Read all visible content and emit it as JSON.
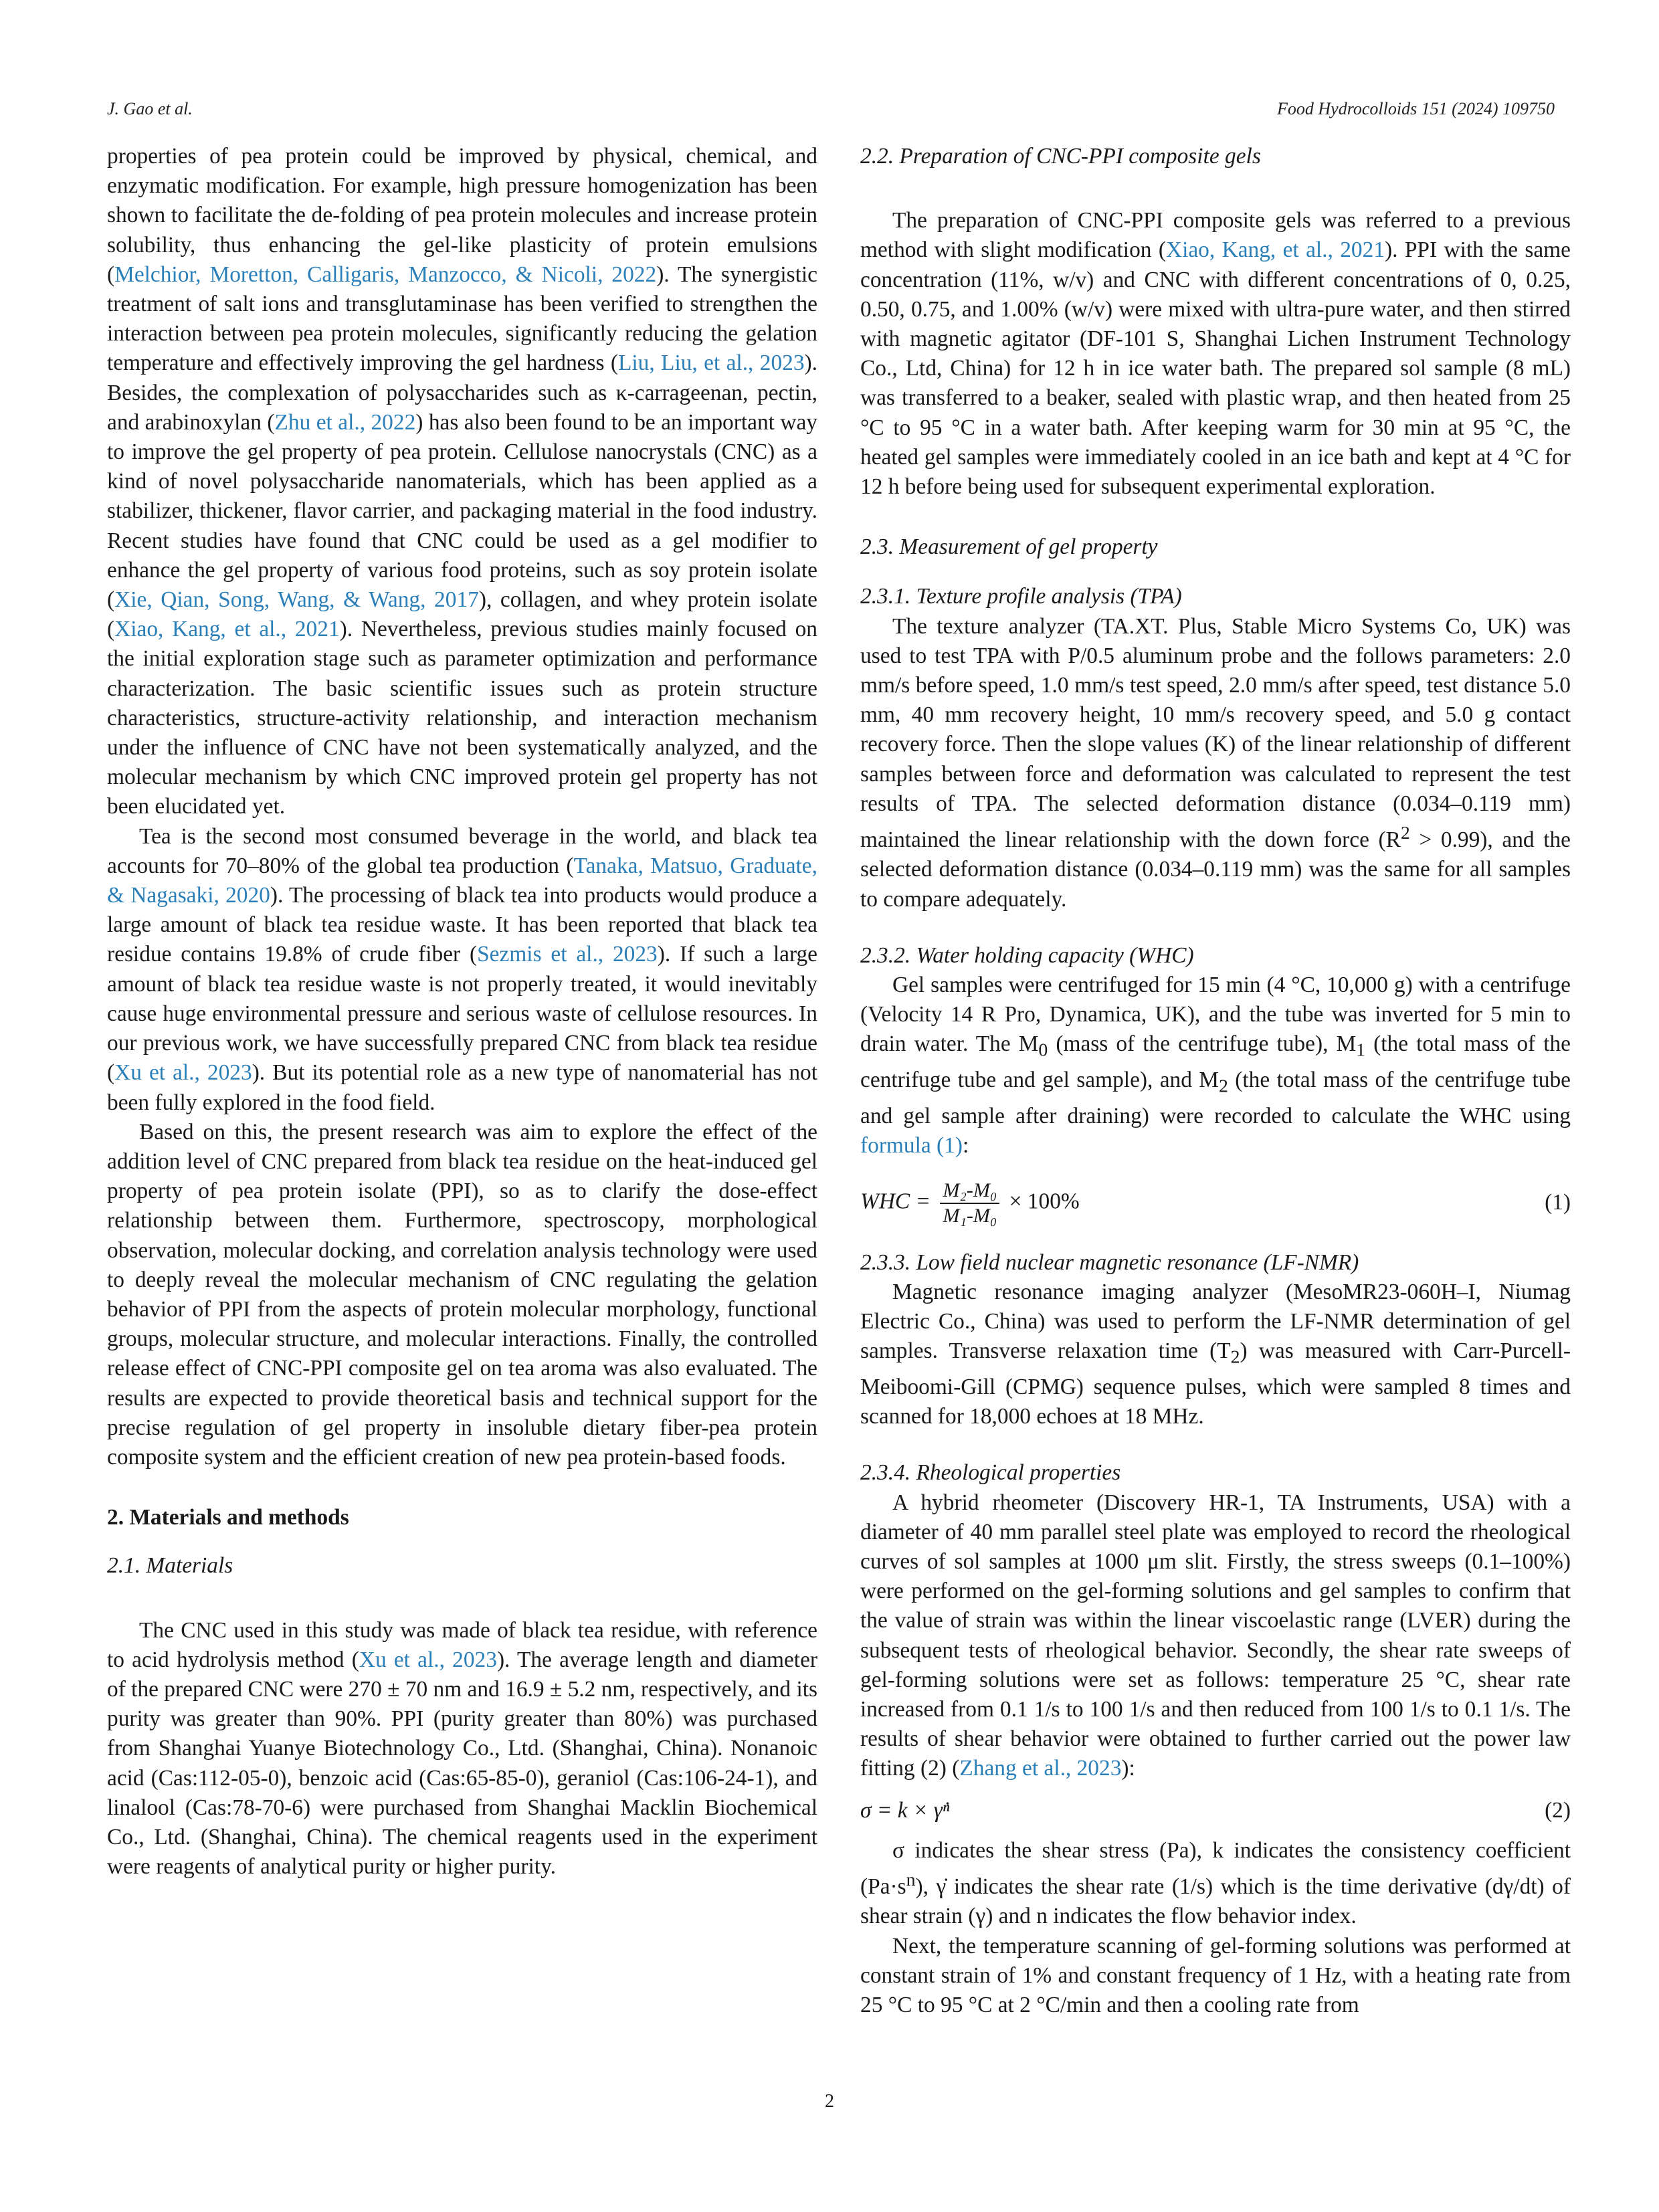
{
  "header": {
    "left": "J. Gao et al.",
    "right": "Food Hydrocolloids 151 (2024) 109750"
  },
  "left_column": {
    "p1": {
      "t1": "properties of pea protein could be improved by physical, chemical, and enzymatic modification. For example, high pressure homogenization has been shown to facilitate the de-folding of pea protein molecules and increase protein solubility, thus enhancing the gel-like plasticity of protein emulsions (",
      "c1": "Melchior, Moretton, Calligaris, Manzocco, & Nicoli, 2022",
      "t2": "). The synergistic treatment of salt ions and transglutaminase has been verified to strengthen the interaction between pea protein molecules, significantly reducing the gelation temperature and effectively improving the gel hardness (",
      "c2": "Liu, Liu, et al., 2023",
      "t3": "). Besides, the complexation of polysaccharides such as κ-carrageenan, pectin, and arabinoxylan (",
      "c3": "Zhu et al., 2022",
      "t4": ") has also been found to be an important way to improve the gel property of pea protein. Cellulose nanocrystals (CNC) as a kind of novel polysaccharide nanomaterials, which has been applied as a stabilizer, thickener, flavor carrier, and packaging material in the food industry. Recent studies have found that CNC could be used as a gel modifier to enhance the gel property of various food proteins, such as soy protein isolate (",
      "c4": "Xie, Qian, Song, Wang, & Wang, 2017",
      "t5": "), collagen, and whey protein isolate (",
      "c5": "Xiao, Kang, et al., 2021",
      "t6": "). Nevertheless, previous studies mainly focused on the initial exploration stage such as parameter optimization and performance characterization. The basic scientific issues such as protein structure characteristics, structure-activity relationship, and interaction mechanism under the influence of CNC have not been systematically analyzed, and the molecular mechanism by which CNC improved protein gel property has not been elucidated yet."
    },
    "p2": {
      "t1": "Tea is the second most consumed beverage in the world, and black tea accounts for 70–80% of the global tea production (",
      "c1": "Tanaka, Matsuo, Graduate, & Nagasaki, 2020",
      "t2": "). The processing of black tea into products would produce a large amount of black tea residue waste. It has been reported that black tea residue contains 19.8% of crude fiber (",
      "c2": "Sezmis et al., 2023",
      "t3": "). If such a large amount of black tea residue waste is not properly treated, it would inevitably cause huge environmental pressure and serious waste of cellulose resources. In our previous work, we have successfully prepared CNC from black tea residue (",
      "c3": "Xu et al., 2023",
      "t4": "). But its potential role as a new type of nanomaterial has not been fully explored in the food field."
    },
    "p3": "Based on this, the present research was aim to explore the effect of the addition level of CNC prepared from black tea residue on the heat-induced gel property of pea protein isolate (PPI), so as to clarify the dose-effect relationship between them. Furthermore, spectroscopy, morphological observation, molecular docking, and correlation analysis technology were used to deeply reveal the molecular mechanism of CNC regulating the gelation behavior of PPI from the aspects of protein molecular morphology, functional groups, molecular structure, and molecular interactions. Finally, the controlled release effect of CNC-PPI composite gel on tea aroma was also evaluated. The results are expected to provide theoretical basis and technical support for the precise regulation of gel property in insoluble dietary fiber-pea protein composite system and the efficient creation of new pea protein-based foods.",
    "section2": "2.  Materials and methods",
    "section21": "2.1.  Materials",
    "p4": {
      "t1": "The CNC used in this study was made of black tea residue, with reference to acid hydrolysis method (",
      "c1": "Xu et al., 2023",
      "t2": "). The average length and diameter of the prepared CNC were 270 ± 70 nm and 16.9 ± 5.2 nm, respectively, and its purity was greater than 90%. PPI (purity greater than 80%) was purchased from Shanghai Yuanye Biotechnology Co., Ltd. (Shanghai, China). Nonanoic acid (Cas:112-05-0), benzoic acid (Cas:65-85-0), geraniol (Cas:106-24-1), and linalool (Cas:78-70-6) were purchased from Shanghai Macklin Biochemical Co., Ltd. (Shanghai, China). The chemical reagents used in the experiment were reagents of analytical purity or higher purity."
    }
  },
  "right_column": {
    "section22": "2.2.  Preparation of CNC-PPI composite gels",
    "p1": {
      "t1": "The preparation of CNC-PPI composite gels was referred to a previous method with slight modification (",
      "c1": "Xiao, Kang, et al., 2021",
      "t2": "). PPI with the same concentration (11%, w/v) and CNC with different concentrations of 0, 0.25, 0.50, 0.75, and 1.00% (w/v) were mixed with ultra-pure water, and then stirred with magnetic agitator (DF-101 S, Shanghai Lichen Instrument Technology Co., Ltd, China) for 12 h in ice water bath. The prepared sol sample (8 mL) was transferred to a beaker, sealed with plastic wrap, and then heated from 25 °C to 95 °C in a water bath. After keeping warm for 30 min at 95 °C, the heated gel samples were immediately cooled in an ice bath and kept at 4 °C for 12 h before being used for subsequent experimental exploration."
    },
    "section23": "2.3.  Measurement of gel property",
    "section231": "2.3.1.  Texture profile analysis (TPA)",
    "p2": {
      "t1": "The texture analyzer (TA.XT. Plus, Stable Micro Systems Co, UK) was used to test TPA with P/0.5 aluminum probe and the follows parameters: 2.0 mm/s before speed, 1.0 mm/s test speed, 2.0 mm/s after speed, test distance 5.0 mm, 40 mm recovery height, 10 mm/s recovery speed, and 5.0 g contact recovery force. Then the slope values (K) of the linear relationship of different samples between force and deformation was calculated to represent the test results of TPA. The selected deformation distance (0.034–0.119 mm) maintained the linear relationship with the down force (R",
      "sup": "2",
      "t2": " > 0.99), and the selected deformation distance (0.034–0.119 mm) was the same for all samples to compare adequately."
    },
    "section232": "2.3.2.  Water holding capacity (WHC)",
    "p3": {
      "t1": "Gel samples were centrifuged for 15 min (4 °C, 10,000 g) with a centrifuge (Velocity 14 R Pro, Dynamica, UK), and the tube was inverted for 5 min to drain water. The M",
      "s0": "0",
      "t2": " (mass of the centrifuge tube), M",
      "s1": "1",
      "t3": " (the total mass of the centrifuge tube and gel sample), and M",
      "s2": "2",
      "t4": " (the total mass of the centrifuge tube and gel sample after draining) were recorded to calculate the WHC using ",
      "link": "formula (1)",
      "t5": ":"
    },
    "eq1": {
      "lhs": "WHC =",
      "num": "M₂-M₀",
      "den": "M₁-M₀",
      "rhs": "× 100%",
      "number": "(1)"
    },
    "section233": "2.3.3.  Low field nuclear magnetic resonance (LF-NMR)",
    "p4": {
      "t1": "Magnetic resonance imaging analyzer (MesoMR23-060H–I, Niumag Electric Co., China) was used to perform the LF-NMR determination of gel samples. Transverse relaxation time (T",
      "sub": "2",
      "t2": ") was measured with Carr-Purcell-Meiboomi-Gill (CPMG) sequence pulses, which were sampled 8 times and scanned for 18,000 echoes at 18 MHz."
    },
    "section234": "2.3.4.  Rheological properties",
    "p5": {
      "t1": "A hybrid rheometer (Discovery HR-1, TA Instruments, USA) with a diameter of 40 mm parallel steel plate was employed to record the rheological curves of sol samples at 1000 μm slit. Firstly, the stress sweeps (0.1–100%) were performed on the gel-forming solutions and gel samples to confirm that the value of strain was within the linear viscoelastic range (LVER) during the subsequent tests of rheological behavior. Secondly, the shear rate sweeps of gel-forming solutions were set as follows: temperature 25 °C, shear rate increased from 0.1 1/s to 100 1/s and then reduced from 100 1/s to 0.1 1/s. The results of shear behavior were obtained to further carried out the power law fitting (2) (",
      "c1": "Zhang et al., 2023",
      "t2": "):"
    },
    "eq2": {
      "text": "σ = k × γ̇ⁿ",
      "number": "(2)"
    },
    "p6": {
      "t1": "σ indicates the shear stress (Pa), k indicates the consistency coefficient (Pa·s",
      "sup": "n",
      "t2": "), γ̇ indicates the shear rate (1/s) which is the time derivative (dγ/dt) of shear strain (γ) and n indicates the flow behavior index."
    },
    "p7": "Next, the temperature scanning of gel-forming solutions was performed at constant strain of 1% and constant frequency of 1 Hz, with a heating rate from 25 °C to 95 °C at 2 °C/min and then a cooling rate from"
  },
  "footer": {
    "page_number": "2"
  },
  "colors": {
    "text": "#1a1a1a",
    "link": "#2a7fb8",
    "background": "#ffffff"
  }
}
